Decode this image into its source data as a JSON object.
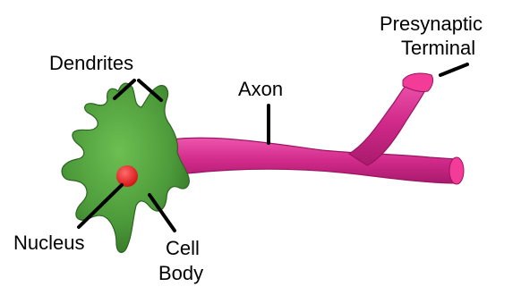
{
  "diagram": {
    "labels": {
      "dendrites": "Dendrites",
      "axon": "Axon",
      "presynaptic_line1": "Presynaptic",
      "presynaptic_line2": "Terminal",
      "nucleus": "Nucleus",
      "cell_body_line1": "Cell",
      "cell_body_line2": "Body"
    },
    "colors": {
      "cell_body": "#4c9a3a",
      "cell_body_highlight": "#6cbf52",
      "axon": "#d12a8a",
      "axon_highlight": "#ee56ad",
      "terminal": "#f23c97",
      "nucleus": "#ef1f1f",
      "line": "#000000",
      "background": "#ffffff"
    }
  }
}
